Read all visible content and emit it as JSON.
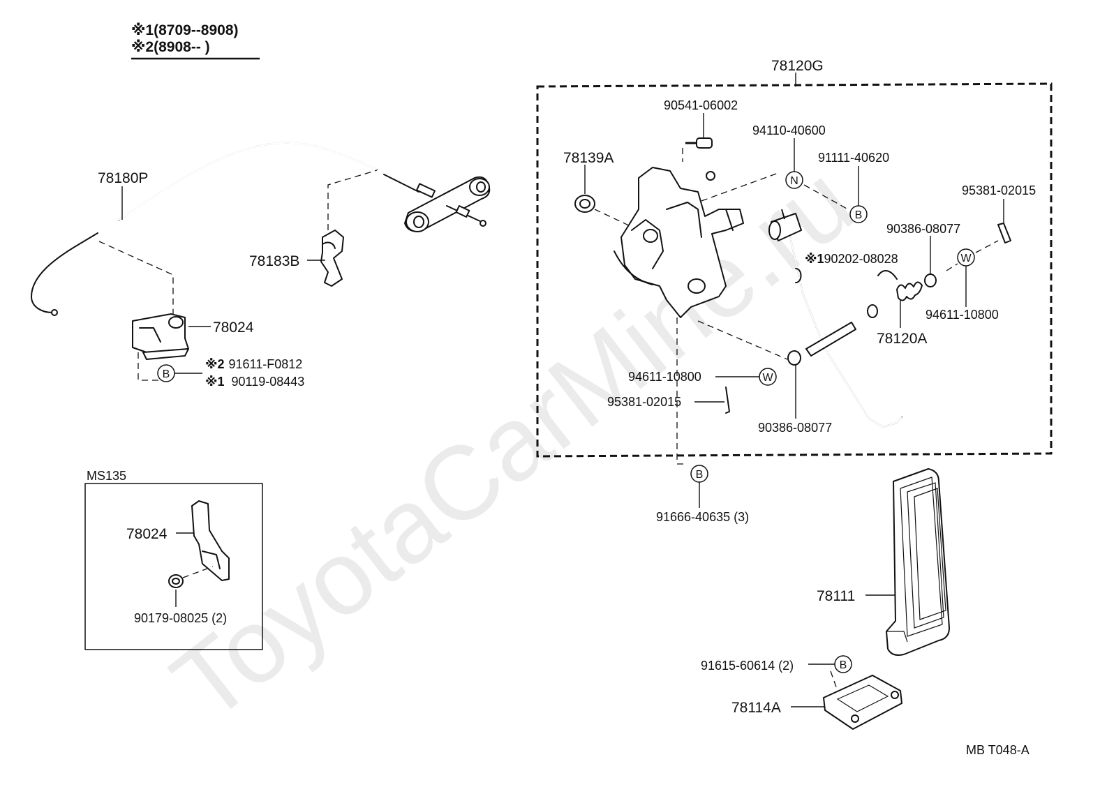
{
  "legend": {
    "mark": "※",
    "rows": [
      {
        "num": "1",
        "range": "(8709--8908)"
      },
      {
        "num": "2",
        "range": "(8908--        )"
      }
    ]
  },
  "watermark": "ToyotaCarMine.ru",
  "parts": {
    "p78180P": "78180P",
    "p78183B": "78183B",
    "p78024": "78024",
    "p91611": "91611-F0812",
    "p90119": "90119-08443",
    "b_marker": "B",
    "p78120G": "78120G",
    "p90541": "90541-06002",
    "p78139A": "78139A",
    "p94110": "94110-40600",
    "n_marker": "N",
    "p91111": "91111-40620",
    "p95381_r": "95381-02015",
    "p90386_r": "90386-08077",
    "w_marker": "W",
    "p90202": "90202-08028",
    "p94611_r": "94611-10800",
    "p78120A": "78120A",
    "p94611_l": "94611-10800",
    "p95381_l": "95381-02015",
    "p90386_l": "90386-08077",
    "p91666": "91666-40635 (3)",
    "p78111": "78111",
    "p91615": "91615-60614 (2)",
    "p78114A": "78114A"
  },
  "inset": {
    "title": "MS135",
    "p78024": "78024",
    "p90179": "90179-08025 (2)"
  },
  "figure_code": "MB  T048-A"
}
